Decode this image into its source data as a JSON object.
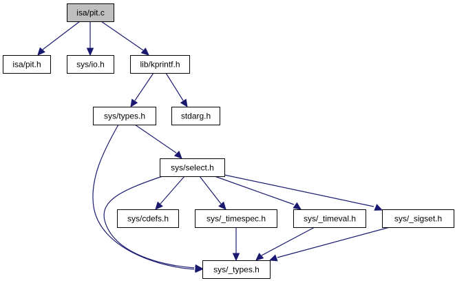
{
  "title": "isa/pit.c include dependency graph",
  "colors": {
    "edge": "#191970",
    "root_fill": "#bfbfbf",
    "node_fill": "#ffffff",
    "border": "#000000"
  },
  "nodes": [
    {
      "id": "pit_c",
      "label": "isa/pit.c",
      "root": true
    },
    {
      "id": "pit_h",
      "label": "isa/pit.h"
    },
    {
      "id": "io_h",
      "label": "sys/io.h"
    },
    {
      "id": "kprintf_h",
      "label": "lib/kprintf.h"
    },
    {
      "id": "types_h",
      "label": "sys/types.h"
    },
    {
      "id": "stdarg_h",
      "label": "stdarg.h"
    },
    {
      "id": "select_h",
      "label": "sys/select.h"
    },
    {
      "id": "cdefs_h",
      "label": "sys/cdefs.h"
    },
    {
      "id": "timespec_h",
      "label": "sys/_timespec.h"
    },
    {
      "id": "timeval_h",
      "label": "sys/_timeval.h"
    },
    {
      "id": "sigset_h",
      "label": "sys/_sigset.h"
    },
    {
      "id": "_types_h",
      "label": "sys/_types.h"
    }
  ],
  "edges": [
    {
      "from": "pit_c",
      "to": "pit_h"
    },
    {
      "from": "pit_c",
      "to": "io_h"
    },
    {
      "from": "pit_c",
      "to": "kprintf_h"
    },
    {
      "from": "kprintf_h",
      "to": "types_h"
    },
    {
      "from": "kprintf_h",
      "to": "stdarg_h"
    },
    {
      "from": "types_h",
      "to": "select_h"
    },
    {
      "from": "types_h",
      "to": "_types_h"
    },
    {
      "from": "select_h",
      "to": "_types_h"
    },
    {
      "from": "select_h",
      "to": "cdefs_h"
    },
    {
      "from": "select_h",
      "to": "timespec_h"
    },
    {
      "from": "select_h",
      "to": "timeval_h"
    },
    {
      "from": "select_h",
      "to": "sigset_h"
    },
    {
      "from": "timespec_h",
      "to": "_types_h"
    },
    {
      "from": "timeval_h",
      "to": "_types_h"
    },
    {
      "from": "sigset_h",
      "to": "_types_h"
    }
  ]
}
